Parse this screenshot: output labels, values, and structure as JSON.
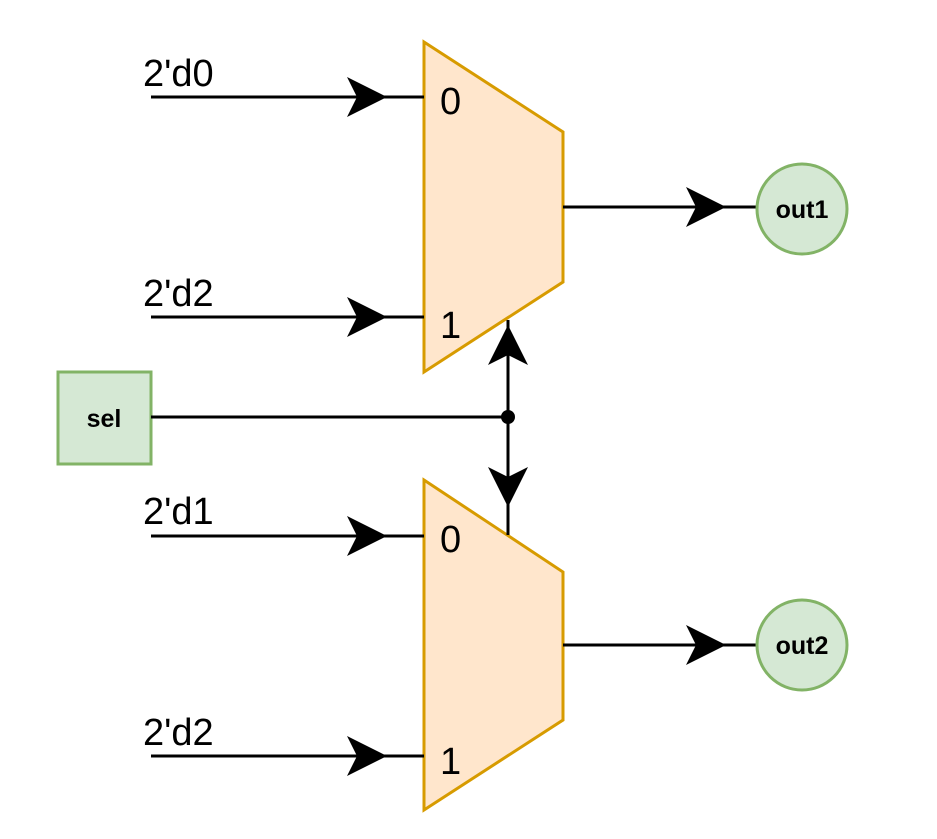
{
  "diagram": {
    "colors": {
      "mux_fill": "#ffe6cc",
      "mux_stroke": "#d79b00",
      "io_fill": "#d5e8d4",
      "io_stroke": "#82b366",
      "wire": "#000000"
    },
    "select_input": {
      "label": "sel"
    },
    "muxes": [
      {
        "id": "mux1",
        "port0_label": "0",
        "port1_label": "1",
        "input0": "2'd0",
        "input1": "2'd2",
        "output": "out1"
      },
      {
        "id": "mux2",
        "port0_label": "0",
        "port1_label": "1",
        "input0": "2'd1",
        "input1": "2'd2",
        "output": "out2"
      }
    ]
  }
}
